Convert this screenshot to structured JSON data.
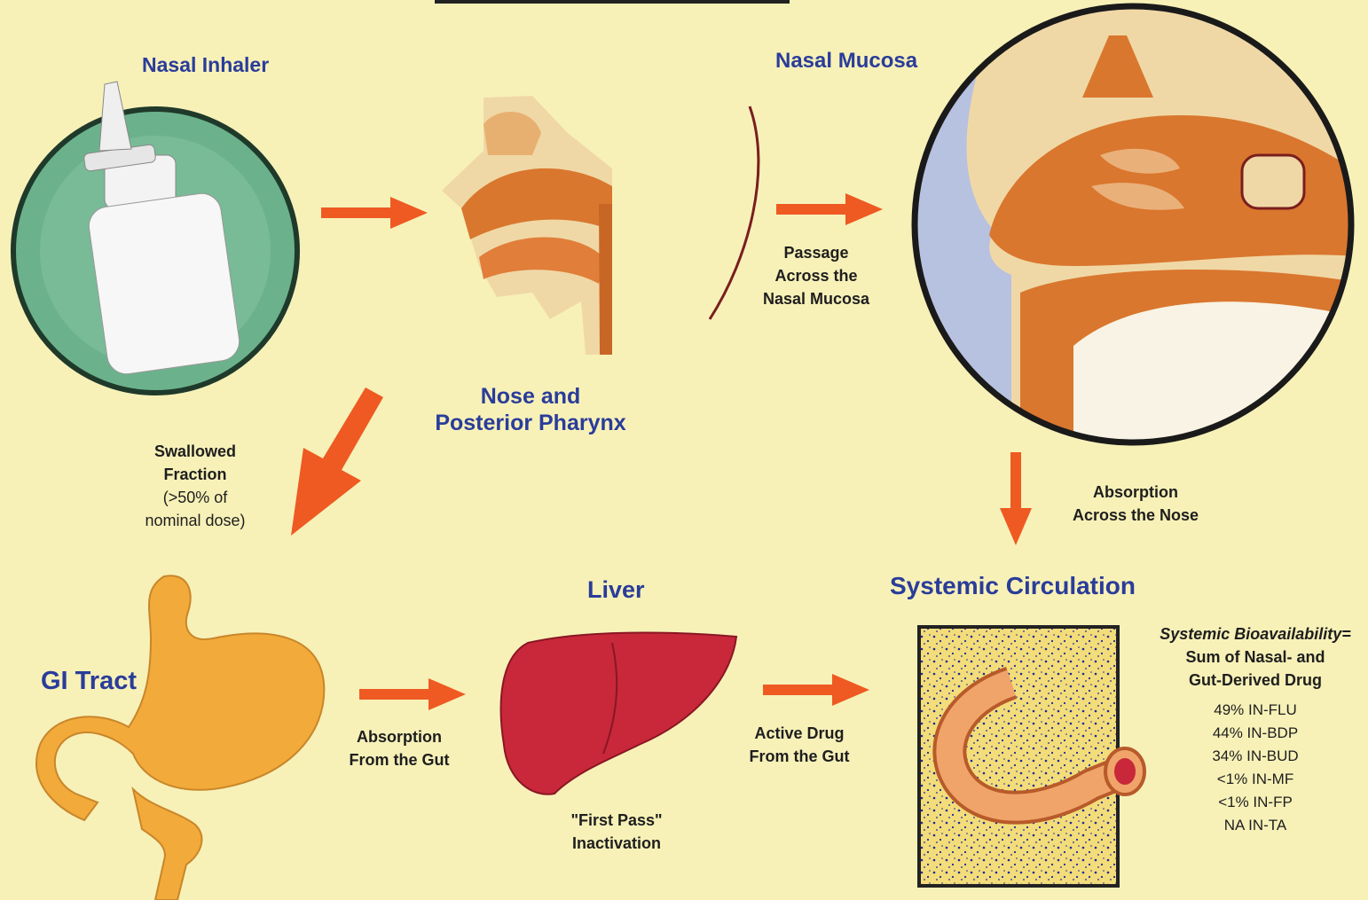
{
  "labels": {
    "nasal_inhaler": "Nasal Inhaler",
    "nasal_mucosa": "Nasal Mucosa",
    "nose_pharynx_line1": "Nose and",
    "nose_pharynx_line2": "Posterior Pharynx",
    "passage_line1": "Passage",
    "passage_line2": "Across the",
    "passage_line3": "Nasal Mucosa",
    "swallowed_line1": "Swallowed",
    "swallowed_line2": "Fraction",
    "swallowed_line3": "(>50% of",
    "swallowed_line4": "nominal dose)",
    "absorption_nose_line1": "Absorption",
    "absorption_nose_line2": "Across the Nose",
    "gi_tract": "GI Tract",
    "liver": "Liver",
    "systemic_circulation": "Systemic Circulation",
    "absorption_gut_line1": "Absorption",
    "absorption_gut_line2": "From the Gut",
    "active_drug_line1": "Active Drug",
    "active_drug_line2": "From the Gut",
    "first_pass_line1": "\"First Pass\"",
    "first_pass_line2": "Inactivation",
    "bioavail_line1": "Systemic Bioavailability=",
    "bioavail_line2": "Sum of Nasal- and",
    "bioavail_line3": "Gut-Derived Drug"
  },
  "bioavailability": [
    "49% IN-FLU",
    "44% IN-BDP",
    "34% IN-BUD",
    "<1% IN-MF",
    "<1% IN-FP",
    "NA IN-TA"
  ],
  "colors": {
    "background": "#f7f1b8",
    "arrow": "#ee5a22",
    "title": "#2a3c9a",
    "liver": "#c8283a",
    "gi": "#f2aa3a",
    "tissue": "#d9772e",
    "inhaler_circle": "#6bb28c"
  }
}
